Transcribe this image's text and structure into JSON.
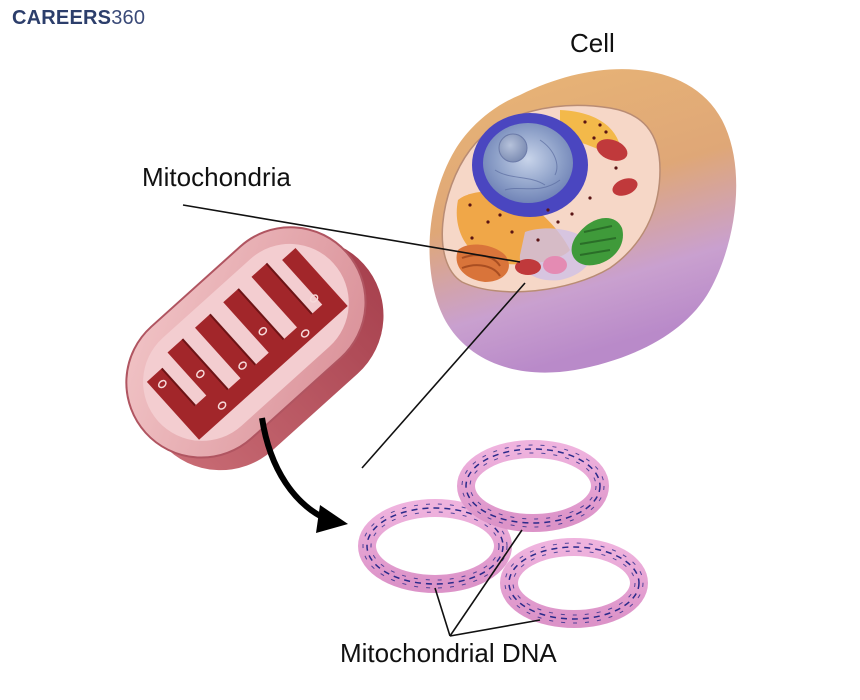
{
  "logo": {
    "brand": "CAREERS",
    "number": "360"
  },
  "labels": {
    "cell": "Cell",
    "mitochondria": "Mitochondria",
    "mitochondrial_dna": "Mitochondrial DNA"
  },
  "colors": {
    "brand": "#2c3e6b",
    "cell_membrane": "#e3ae6e",
    "cell_lower": "#c79ad4",
    "nucleus": "#4a46c0",
    "mitochondrion_outer": "#e8b3b8",
    "mitochondrion_inner": "#9b2222",
    "dna_ring": "#e7a6d4",
    "dna_helix": "#2a2a8a"
  }
}
